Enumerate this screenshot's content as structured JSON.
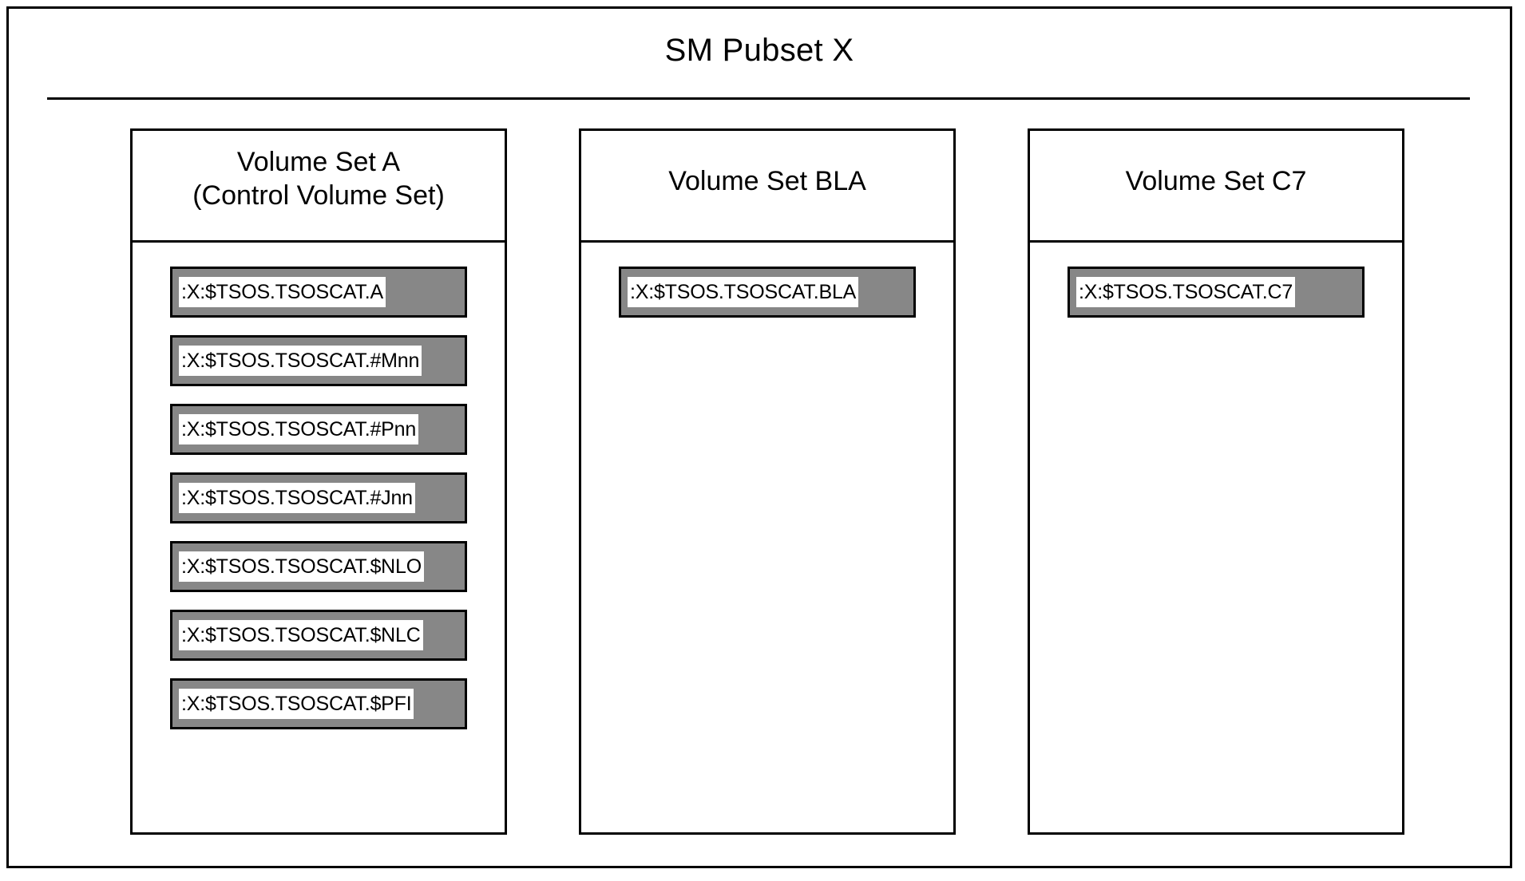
{
  "diagram": {
    "title": "SM Pubset X",
    "colors": {
      "entry_fill": "#878787",
      "entry_border": "#000000",
      "label_fill": "#ffffff",
      "frame": "#000000",
      "background": "#ffffff"
    },
    "volume_sets": [
      {
        "id": "volume-set-a",
        "name": "Volume Set A",
        "subtitle": "(Control Volume Set)",
        "entries": [
          {
            "label": ":X:$TSOS.TSOSCAT.A"
          },
          {
            "label": ":X:$TSOS.TSOSCAT.#Mnn"
          },
          {
            "label": ":X:$TSOS.TSOSCAT.#Pnn"
          },
          {
            "label": ":X:$TSOS.TSOSCAT.#Jnn"
          },
          {
            "label": ":X:$TSOS.TSOSCAT.$NLO"
          },
          {
            "label": ":X:$TSOS.TSOSCAT.$NLC"
          },
          {
            "label": ":X:$TSOS.TSOSCAT.$PFI"
          }
        ]
      },
      {
        "id": "volume-set-bla",
        "name": "Volume Set BLA",
        "subtitle": "",
        "entries": [
          {
            "label": ":X:$TSOS.TSOSCAT.BLA"
          }
        ]
      },
      {
        "id": "volume-set-c7",
        "name": "Volume Set C7",
        "subtitle": "",
        "entries": [
          {
            "label": ":X:$TSOS.TSOSCAT.C7"
          }
        ]
      }
    ]
  }
}
